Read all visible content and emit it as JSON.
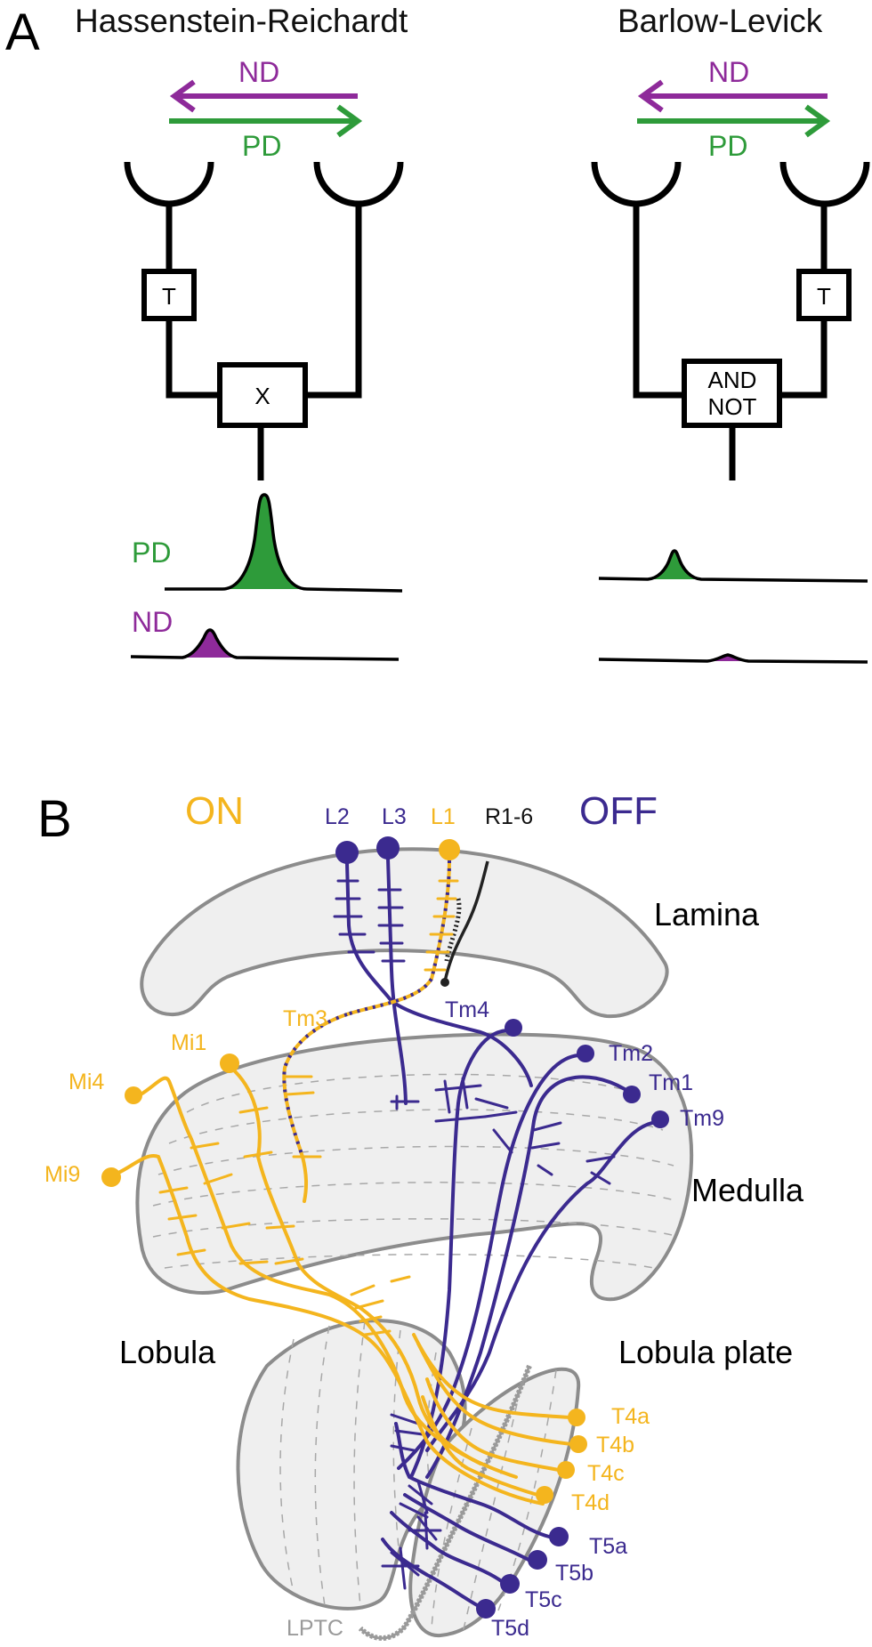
{
  "colors": {
    "nd": "#8e2a9a",
    "pd": "#2e9b3a",
    "on": "#f4b51e",
    "off": "#3b2a8f",
    "lptc": "#9a9a9a",
    "neuropil_fill": "#efefef",
    "neuropil_stroke": "#8c8c8c"
  },
  "panel_a": {
    "letter": "A",
    "left_model": {
      "title": "Hassenstein-Reichardt",
      "nd_label": "ND",
      "pd_label": "PD",
      "delay_label": "T",
      "operator_label": "X",
      "pd_response_label": "PD",
      "nd_response_label": "ND"
    },
    "right_model": {
      "title": "Barlow-Levick",
      "nd_label": "ND",
      "pd_label": "PD",
      "delay_label": "T",
      "operator_line1": "AND",
      "operator_line2": "NOT"
    }
  },
  "panel_b": {
    "letter": "B",
    "on_label": "ON",
    "off_label": "OFF",
    "regions": {
      "lamina": "Lamina",
      "medulla": "Medulla",
      "lobula": "Lobula",
      "lobula_plate": "Lobula plate",
      "lptc": "LPTC"
    },
    "on_cells": {
      "l1": "L1",
      "tm3": "Tm3",
      "mi1": "Mi1",
      "mi4": "Mi4",
      "mi9": "Mi9",
      "t4a": "T4a",
      "t4b": "T4b",
      "t4c": "T4c",
      "t4d": "T4d"
    },
    "off_cells": {
      "l2": "L2",
      "l3": "L3",
      "tm4": "Tm4",
      "tm2": "Tm2",
      "tm1": "Tm1",
      "tm9": "Tm9",
      "t5a": "T5a",
      "t5b": "T5b",
      "t5c": "T5c",
      "t5d": "T5d"
    },
    "photoreceptor_label": "R1-6"
  }
}
